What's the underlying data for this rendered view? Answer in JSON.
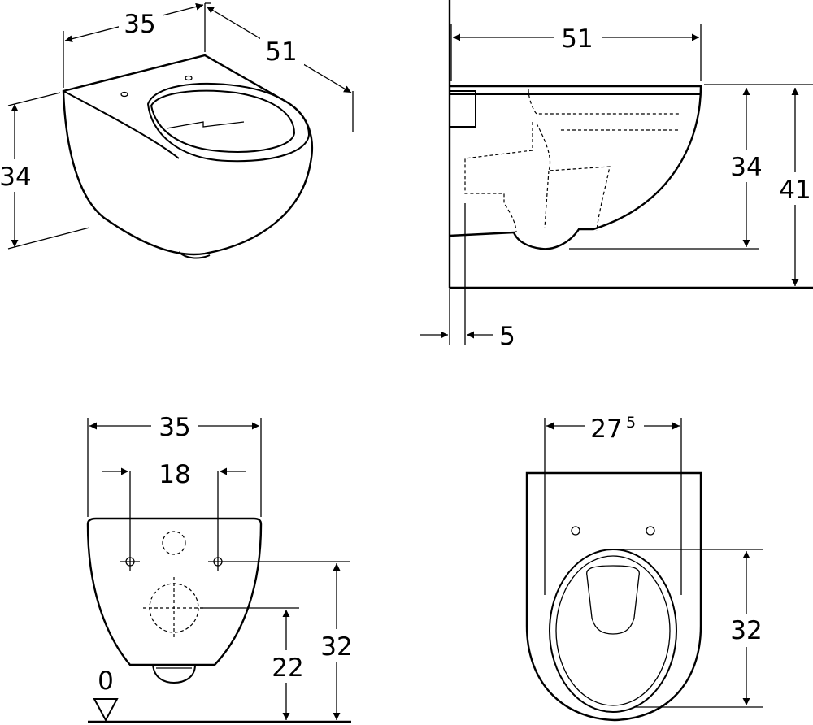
{
  "views": {
    "perspective": {
      "width": "35",
      "depth": "51",
      "height": "34"
    },
    "side": {
      "depth": "51",
      "height": "34",
      "total_height": "41",
      "wall_offset": "5"
    },
    "rear": {
      "width": "35",
      "bolt_spacing": "18",
      "bolt_height": "32",
      "outlet_height": "22",
      "floor_level": "0"
    },
    "top": {
      "inner_width": "27",
      "inner_width_sup": "5",
      "bowl_length": "32"
    }
  }
}
